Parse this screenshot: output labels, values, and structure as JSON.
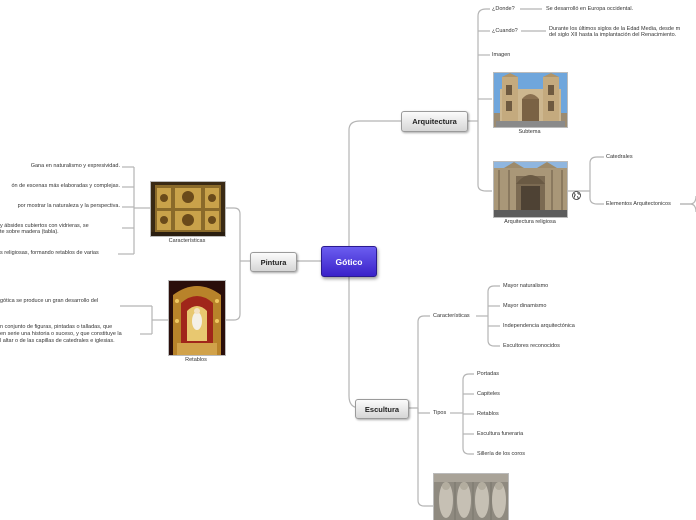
{
  "central": {
    "label": "Gótico"
  },
  "colors": {
    "central": "#4a33dd",
    "line": "#b5b5b5",
    "text": "#333333"
  },
  "arquitectura": {
    "label": "Arquitectura",
    "donde_label": "¿Donde?",
    "donde_text": "Se desarrolló en Europa occidental.",
    "cuando_label": "¿Cuando?",
    "cuando_text_1": "Durante los últimos siglos de la Edad Media, desde m",
    "cuando_text_2": "del siglo XII hasta la implantación del Renacimiento.",
    "imagen_label": "Imagen",
    "subtema_caption": "Subtema",
    "religiosa_caption": "Arquitectura religiosa",
    "catedrales": "Catedrales",
    "elementos": "Elementos Arquitectonicos",
    "globe_icon": "globe-icon"
  },
  "pintura": {
    "label": "Pintura",
    "caracteristicas_caption": "Características",
    "retablos_caption": "Retablos",
    "items": [
      "Gana en naturalismo y expresividad.",
      "ón de escenas más elaboradas y complejas.",
      "por mostrar la naturaleza y la perspectiva."
    ],
    "item4_line1": "y ábsides cubiertos con vidrieras, se",
    "item4_line2": "te sobre madera (tabla).",
    "item5": "s religiosas, formando retablos de varias",
    "ret1": "gótica se produce un gran desarrollo del",
    "ret2_line1": "n conjunto de figuras, pintadas o talladas, que",
    "ret2_line2": "en serie una historia o suceso, y que constituye la",
    "ret2_line3": "l altar o de las capillas de catedrales e iglesias."
  },
  "escultura": {
    "label": "Escultura",
    "caracteristicas_label": "Características",
    "caracteristicas": [
      "Mayor naturalismo",
      "Mayor dinamismo",
      "Independencia arquitectónica",
      "Escultores reconocidos"
    ],
    "tipos_label": "Tipos",
    "tipos": [
      "Portadas",
      "Capiteles",
      "Retablos",
      "Escultura funeraria",
      "Sillería de los coros"
    ]
  }
}
